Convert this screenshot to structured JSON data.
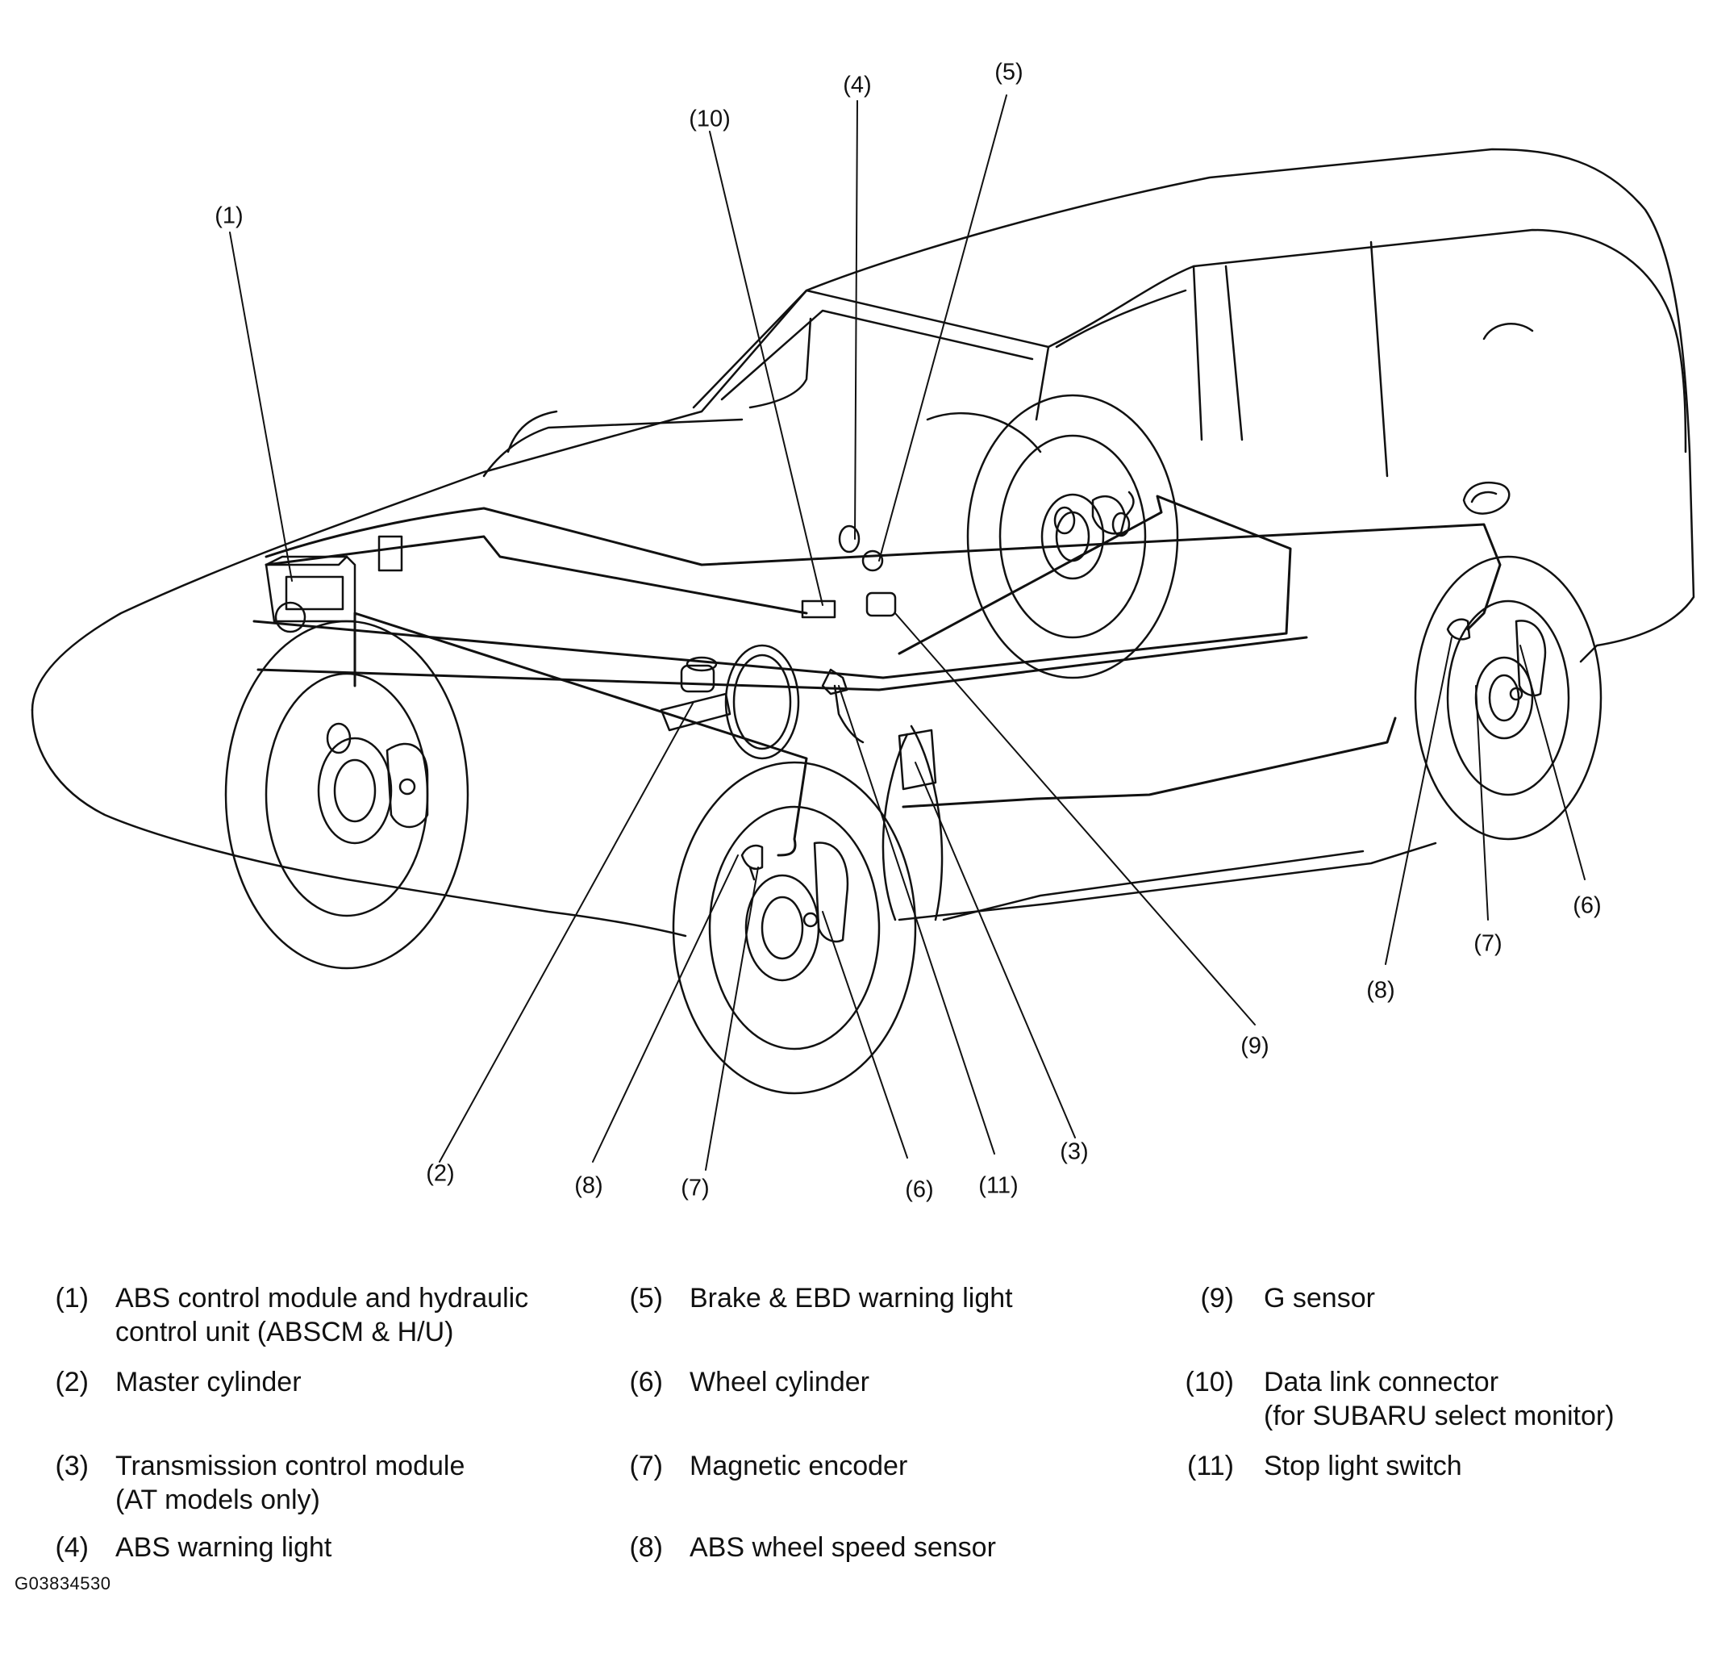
{
  "callouts": {
    "c1": "(1)",
    "c2": "(2)",
    "c3": "(3)",
    "c4": "(4)",
    "c5": "(5)",
    "c6a": "(6)",
    "c6b": "(6)",
    "c7a": "(7)",
    "c7b": "(7)",
    "c8a": "(8)",
    "c8b": "(8)",
    "c9": "(9)",
    "c10": "(10)",
    "c11": "(11)"
  },
  "legend": [
    {
      "num": "(1)",
      "line1": "ABS control module and hydraulic",
      "line2": "control unit (ABSCM & H/U)"
    },
    {
      "num": "(2)",
      "line1": "Master cylinder",
      "line2": ""
    },
    {
      "num": "(3)",
      "line1": "Transmission control module",
      "line2": "(AT models only)"
    },
    {
      "num": "(4)",
      "line1": "ABS warning light",
      "line2": ""
    },
    {
      "num": "(5)",
      "line1": "Brake & EBD warning light",
      "line2": ""
    },
    {
      "num": "(6)",
      "line1": "Wheel cylinder",
      "line2": ""
    },
    {
      "num": "(7)",
      "line1": "Magnetic encoder",
      "line2": ""
    },
    {
      "num": "(8)",
      "line1": "ABS wheel speed sensor",
      "line2": ""
    },
    {
      "num": "(9)",
      "line1": "G sensor",
      "line2": ""
    },
    {
      "num": "(10)",
      "line1": "Data link connector",
      "line2": "(for SUBARU select monitor)"
    },
    {
      "num": "(11)",
      "line1": "Stop light switch",
      "line2": ""
    }
  ],
  "figure_code": "G03834530"
}
